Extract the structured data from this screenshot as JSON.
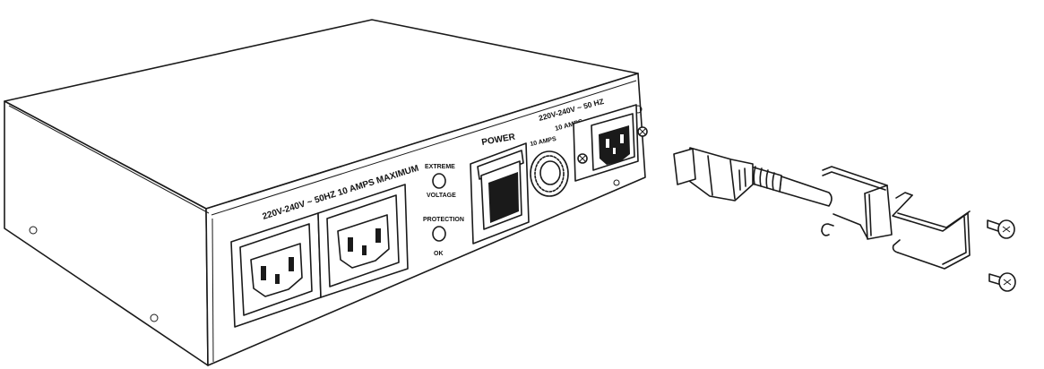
{
  "panel_labels": {
    "outlets_rating": "220V-240V ~ 50HZ 10 AMPS MAXIMUM",
    "extreme": "EXTREME",
    "voltage": "VOLTAGE",
    "protection": "PROTECTION",
    "ok": "OK",
    "power": "POWER",
    "fuse_rating": "10 AMPS",
    "inlet_rating_line1": "220V-240V ~ 50 HZ",
    "inlet_rating_line2": "10 AMPS"
  },
  "colors": {
    "line": "#1a1a1a",
    "dark_fill": "#1a1a1a",
    "background": "#ffffff"
  }
}
